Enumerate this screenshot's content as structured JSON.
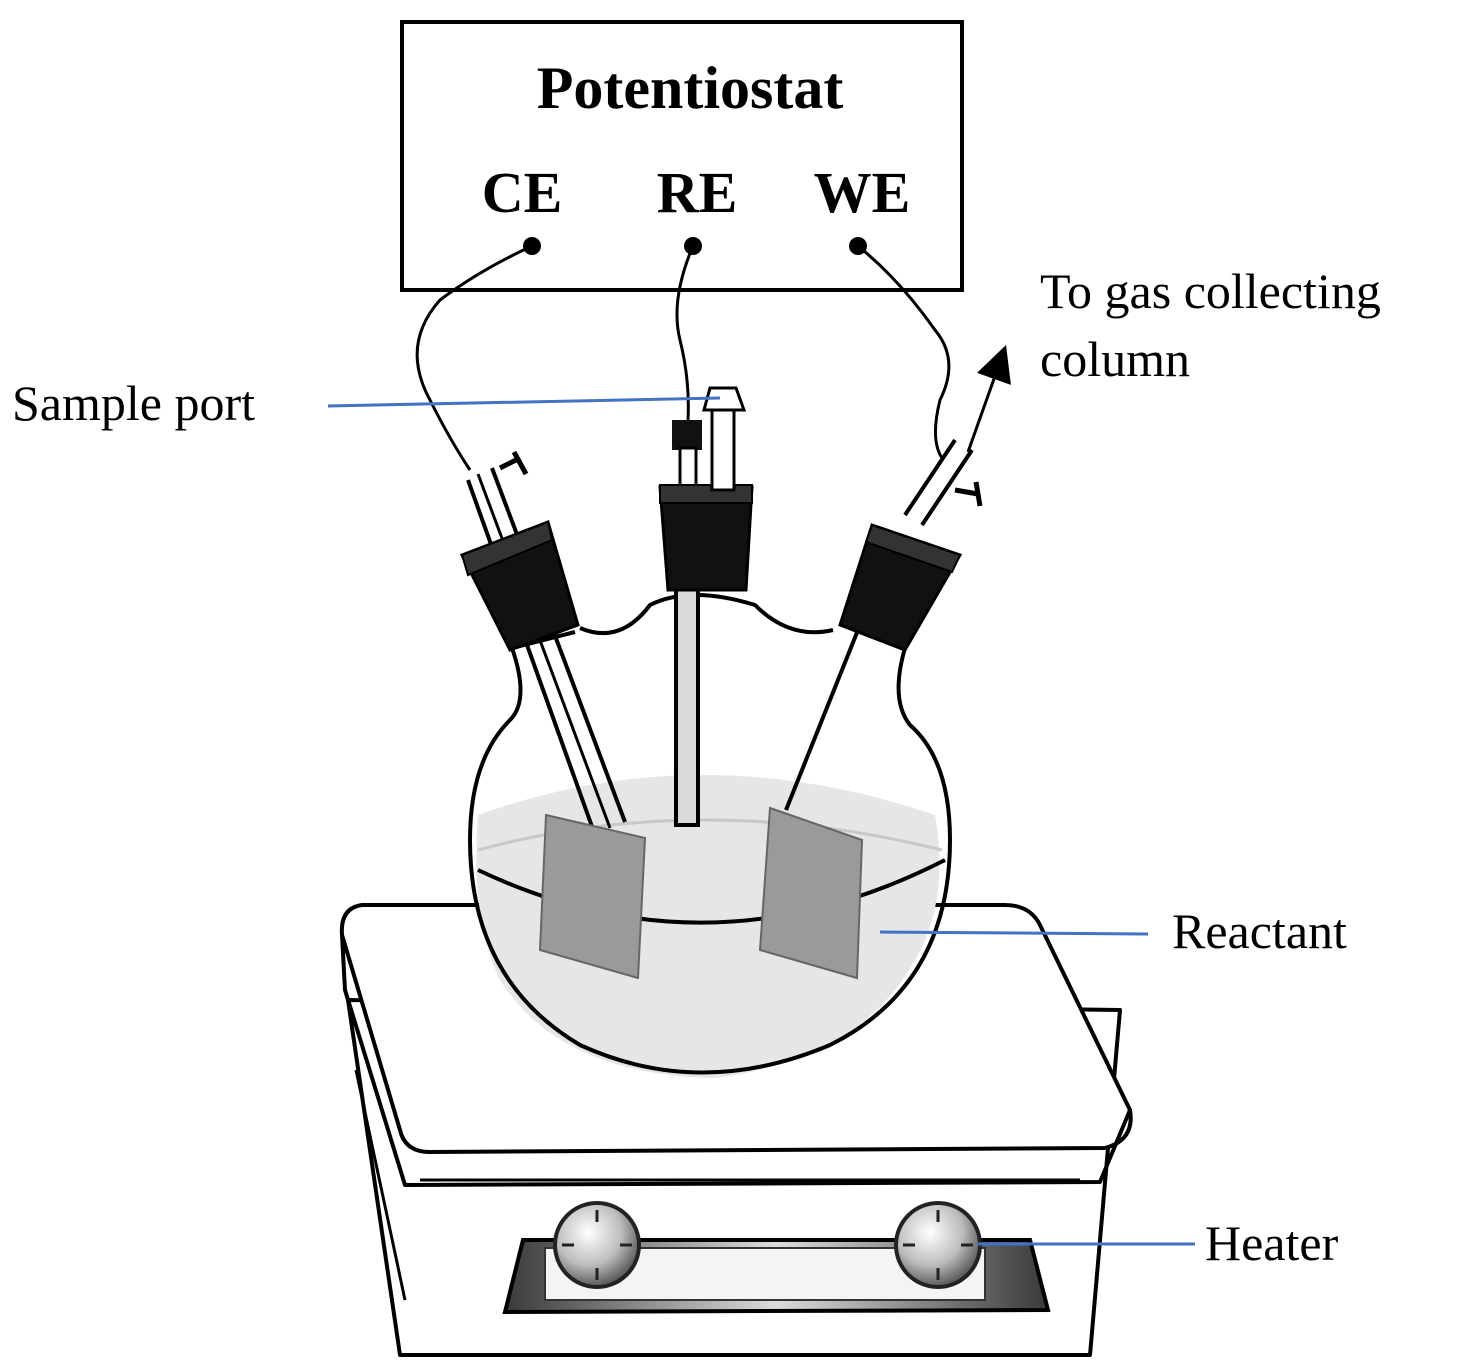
{
  "potentiostat": {
    "title": "Potentiostat",
    "terminals": [
      "CE",
      "RE",
      "WE"
    ]
  },
  "labels": {
    "sample_port": "Sample port",
    "gas_line_1": "To gas collecting",
    "gas_line_2": "column",
    "reactant": "Reactant",
    "heater": "Heater"
  },
  "colors": {
    "leader_line": "#4472c4",
    "outline": "#000000",
    "liquid": "#e6e6e6",
    "electrode": "#9a9a9a",
    "stopper": "#111111"
  }
}
